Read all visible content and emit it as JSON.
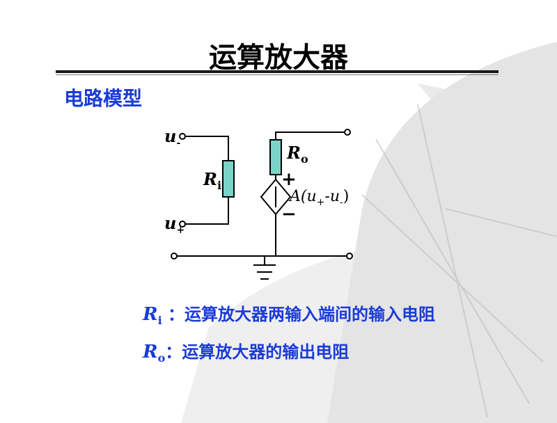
{
  "title": "运算放大器",
  "subtitle": "电路模型",
  "circuit": {
    "u_minus": {
      "main": "u",
      "sub": "-"
    },
    "u_plus": {
      "main": "u",
      "sub": "+"
    },
    "ri": {
      "main": "R",
      "sub": "i"
    },
    "ro": {
      "main": "R",
      "sub": "o"
    },
    "plus_sign": "+",
    "minus_sign": "−",
    "source": {
      "a": "A(",
      "u1": "u",
      "s1": "+",
      "dash": "-",
      "u2": "u",
      "s2": "-",
      "close": ")"
    }
  },
  "descriptions": [
    {
      "sym": "R",
      "sub": "i",
      "sep": "：",
      "text": "运算放大器两输入端间的输入电阻"
    },
    {
      "sym": "R",
      "sub": "o",
      "sep": "：",
      "text": "运算放大器的输出电阻"
    }
  ],
  "colors": {
    "accent": "#1a3bd8",
    "resistor_fill": "#7ad4c8",
    "wire": "#000000"
  }
}
